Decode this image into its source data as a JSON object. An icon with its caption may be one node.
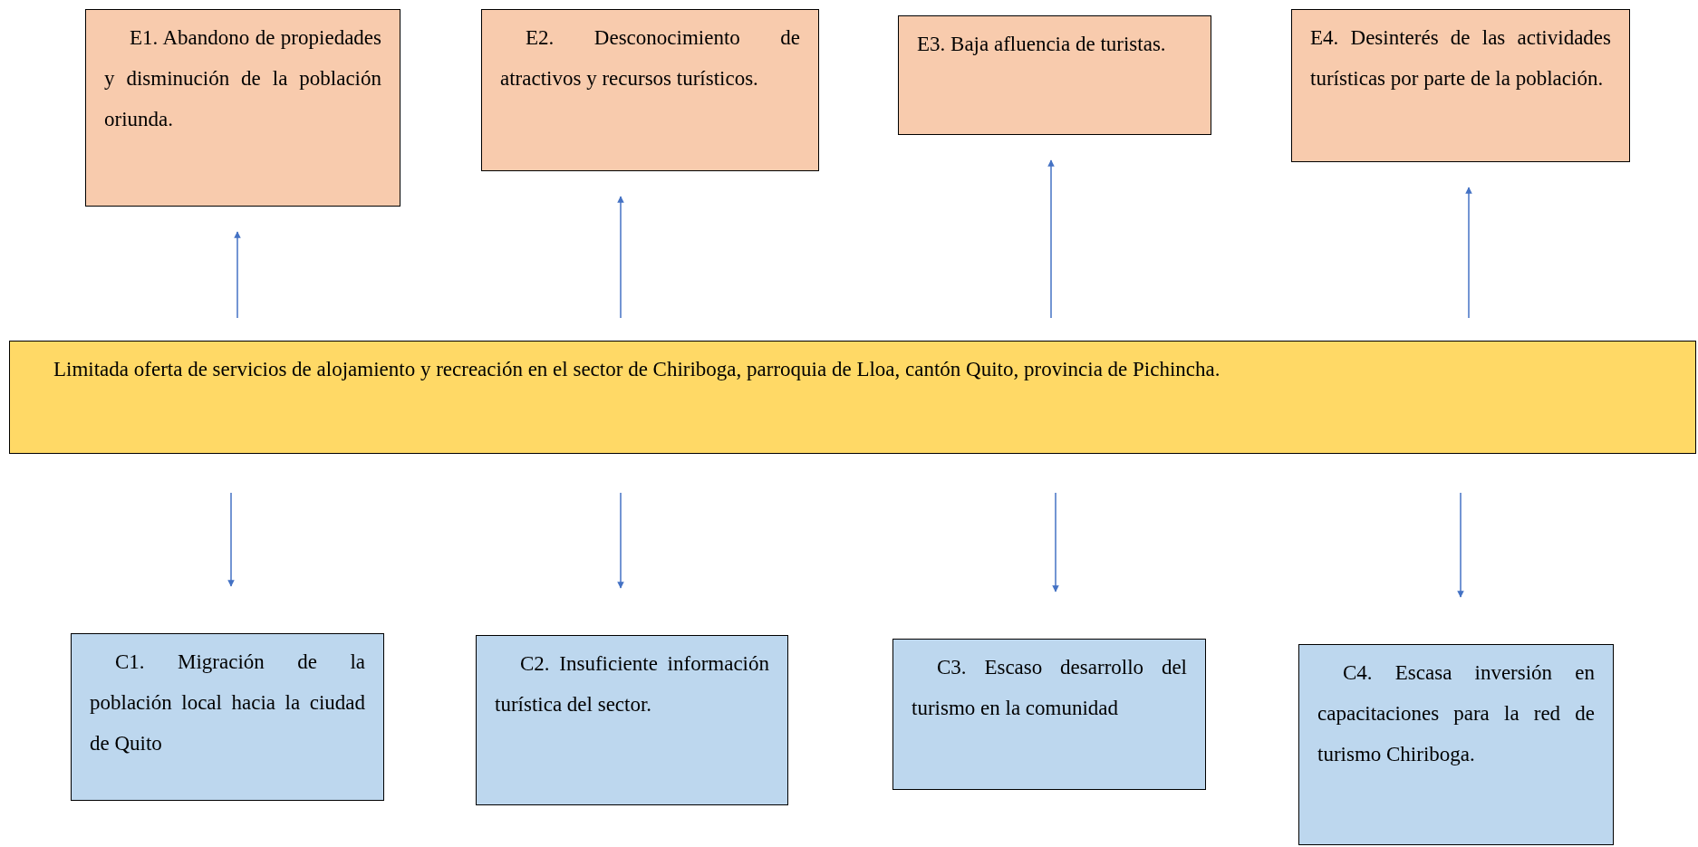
{
  "diagram": {
    "nodes": [
      {
        "text": [
          "E1. Abandono de propiedades y disminución de la población oriunda."
        ]
      },
      {
        "text": [
          "E2. Desconocimiento de atractivos y recursos turísticos."
        ]
      },
      {
        "text": [
          "E3. Baja afluencia de turistas."
        ]
      },
      {
        "text": [
          "E4. Desinterés de las actividades turísticas por parte de la población."
        ]
      },
      {
        "text": [
          "Limitada oferta de servicios de alojamiento y recreación en el sector de Chiriboga, parroquia de Lloa, cantón Quito, provincia de Pichincha."
        ]
      },
      {
        "text": [
          "C1. Migración de la población local hacia la ciudad de Quito"
        ]
      },
      {
        "text": [
          "C2. Insuficiente información turística del sector."
        ]
      },
      {
        "text": [
          "C3. Escaso desarrollo del turismo en la comunidad"
        ]
      },
      {
        "text": [
          "C4. Escasa inversión en capacitaciones para la red de turismo Chiriboga."
        ]
      }
    ],
    "edges": [
      {
        "from": 4,
        "to": 0,
        "arrow": "to"
      },
      {
        "from": 4,
        "to": 1,
        "arrow": "to"
      },
      {
        "from": 4,
        "to": 2,
        "arrow": "to"
      },
      {
        "from": 4,
        "to": 3,
        "arrow": "to"
      },
      {
        "from": 4,
        "to": 5,
        "arrow": "to"
      },
      {
        "from": 4,
        "to": 6,
        "arrow": "to"
      },
      {
        "from": 4,
        "to": 7,
        "arrow": "to"
      },
      {
        "from": 4,
        "to": 8,
        "arrow": "to"
      }
    ]
  }
}
